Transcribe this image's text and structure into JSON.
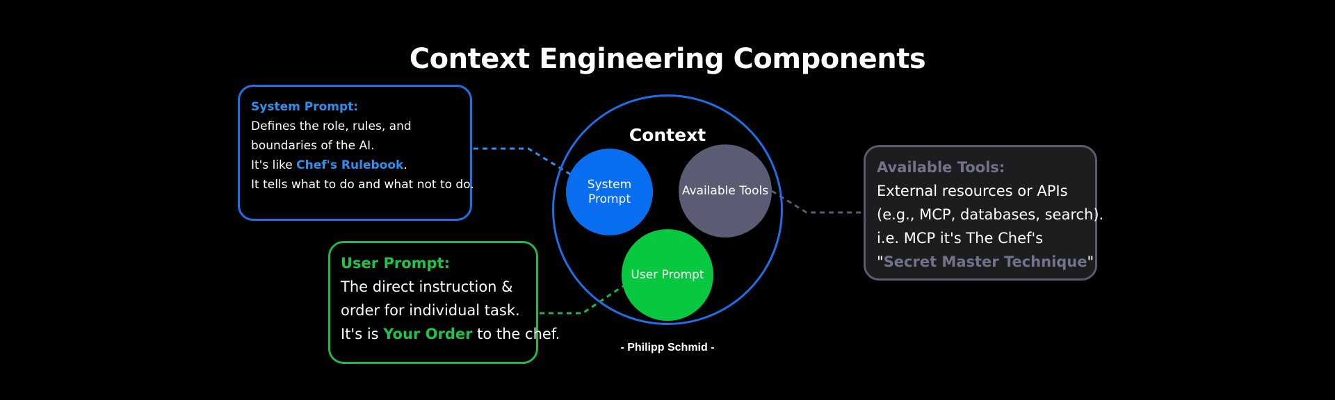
{
  "title": "Context Engineering Components",
  "context": {
    "label": "Context",
    "system_circle": [
      "System",
      "Prompt"
    ],
    "tools_circle": "Available Tools",
    "user_circle": "User Prompt"
  },
  "system_box": {
    "heading": "System Prompt:",
    "line1": "Defines the role, rules, and",
    "line2": "boundaries of the AI.",
    "line3_pre": "It's like ",
    "line3_highlight": "Chef's Rulebook",
    "line3_post": ".",
    "line4": "It tells what to do and what not to do."
  },
  "user_box": {
    "heading": "User Prompt:",
    "line1": "The direct instruction &",
    "line2": "order for individual task.",
    "line3_pre": "It's is ",
    "line3_highlight": "Your Order",
    "line3_post": " to the chef."
  },
  "tools_box": {
    "heading": "Available Tools:",
    "line1": "External resources or APIs",
    "line2": "(e.g., MCP, databases, search).",
    "line3": "i.e. MCP it's The Chef's",
    "line4_pre": "\"",
    "line4_highlight": "Secret Master Technique",
    "line4_post": "\""
  },
  "author": "- Philipp Schmid -",
  "colors": {
    "system": "#1f6fe8",
    "user": "#21b74a",
    "tools": "#5a5c74",
    "background": "#000000"
  }
}
